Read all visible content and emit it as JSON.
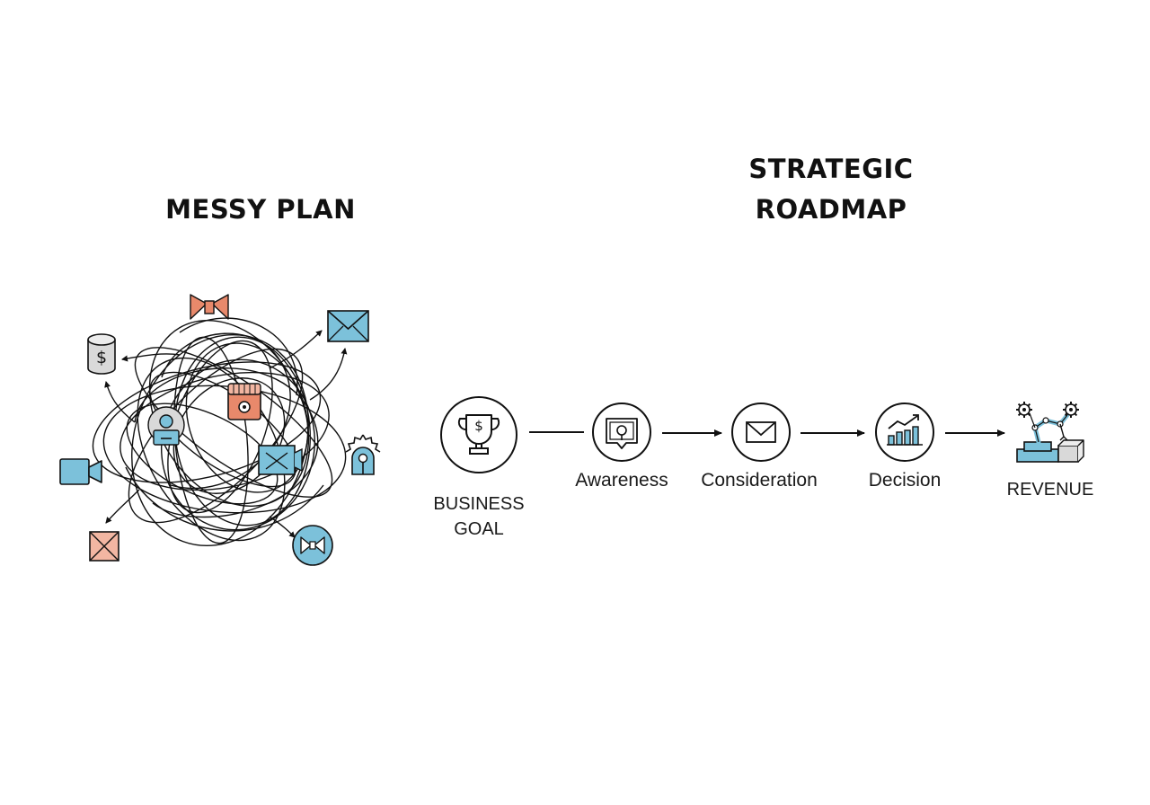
{
  "messy": {
    "title": "MESSY PLAN",
    "icons": [
      "bow-tie-icon",
      "envelope-icon",
      "dollar-can-icon",
      "shop-icon",
      "person-badge-icon",
      "gear-pin-icon",
      "video-camera-icon",
      "envelope-icon",
      "crossed-box-icon",
      "bow-tie-circle-icon"
    ]
  },
  "roadmap": {
    "title_lines": [
      "STRATEGIC",
      "ROADMAP"
    ],
    "steps": [
      {
        "icon": "trophy-dollar-icon",
        "label_lines": [
          "BUSINESS",
          "GOAL"
        ]
      },
      {
        "icon": "chat-location-icon",
        "label_lines": [
          "Awareness"
        ]
      },
      {
        "icon": "envelope-icon",
        "label_lines": [
          "Consideration"
        ]
      },
      {
        "icon": "bar-chart-icon",
        "label_lines": [
          "Decision"
        ]
      },
      {
        "icon": "robot-arm-gears-icon",
        "label_lines": [
          "REVENUE"
        ]
      }
    ]
  },
  "colors": {
    "blue": "#7cc1da",
    "orange": "#e8896b",
    "gray": "#d9d9d9",
    "ink": "#111111"
  }
}
